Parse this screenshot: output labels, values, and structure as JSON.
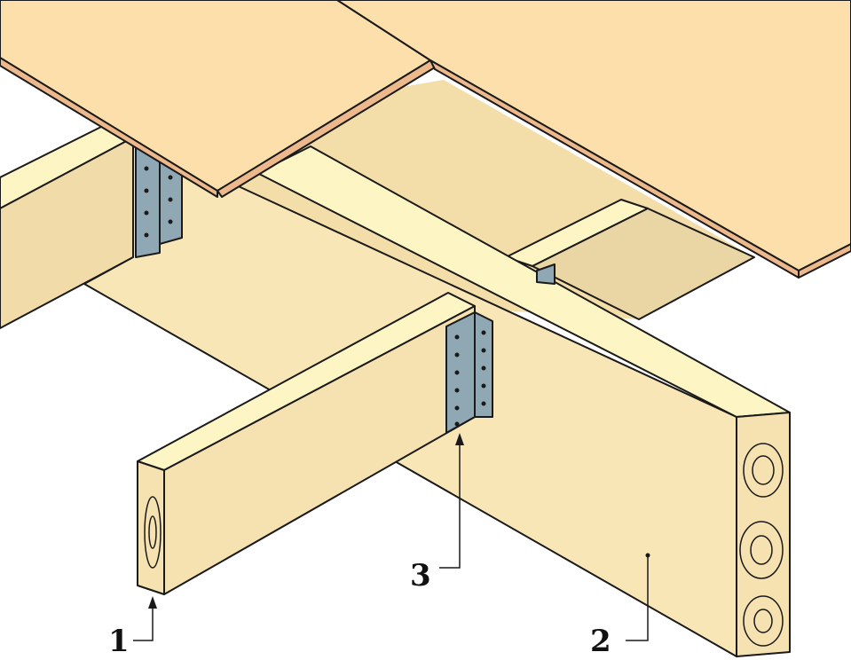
{
  "labels": {
    "joist": "1",
    "beam": "2",
    "bracket": "3"
  },
  "colors": {
    "board": "#FCDFAB",
    "board_edge": "#EDB98C",
    "wood_face": "#F6E2B0",
    "wood_top": "#FDF6C4",
    "wood_shadow": "#EAD6A4",
    "bracket": "#8FA8B4",
    "line": "#1a1a1a"
  }
}
